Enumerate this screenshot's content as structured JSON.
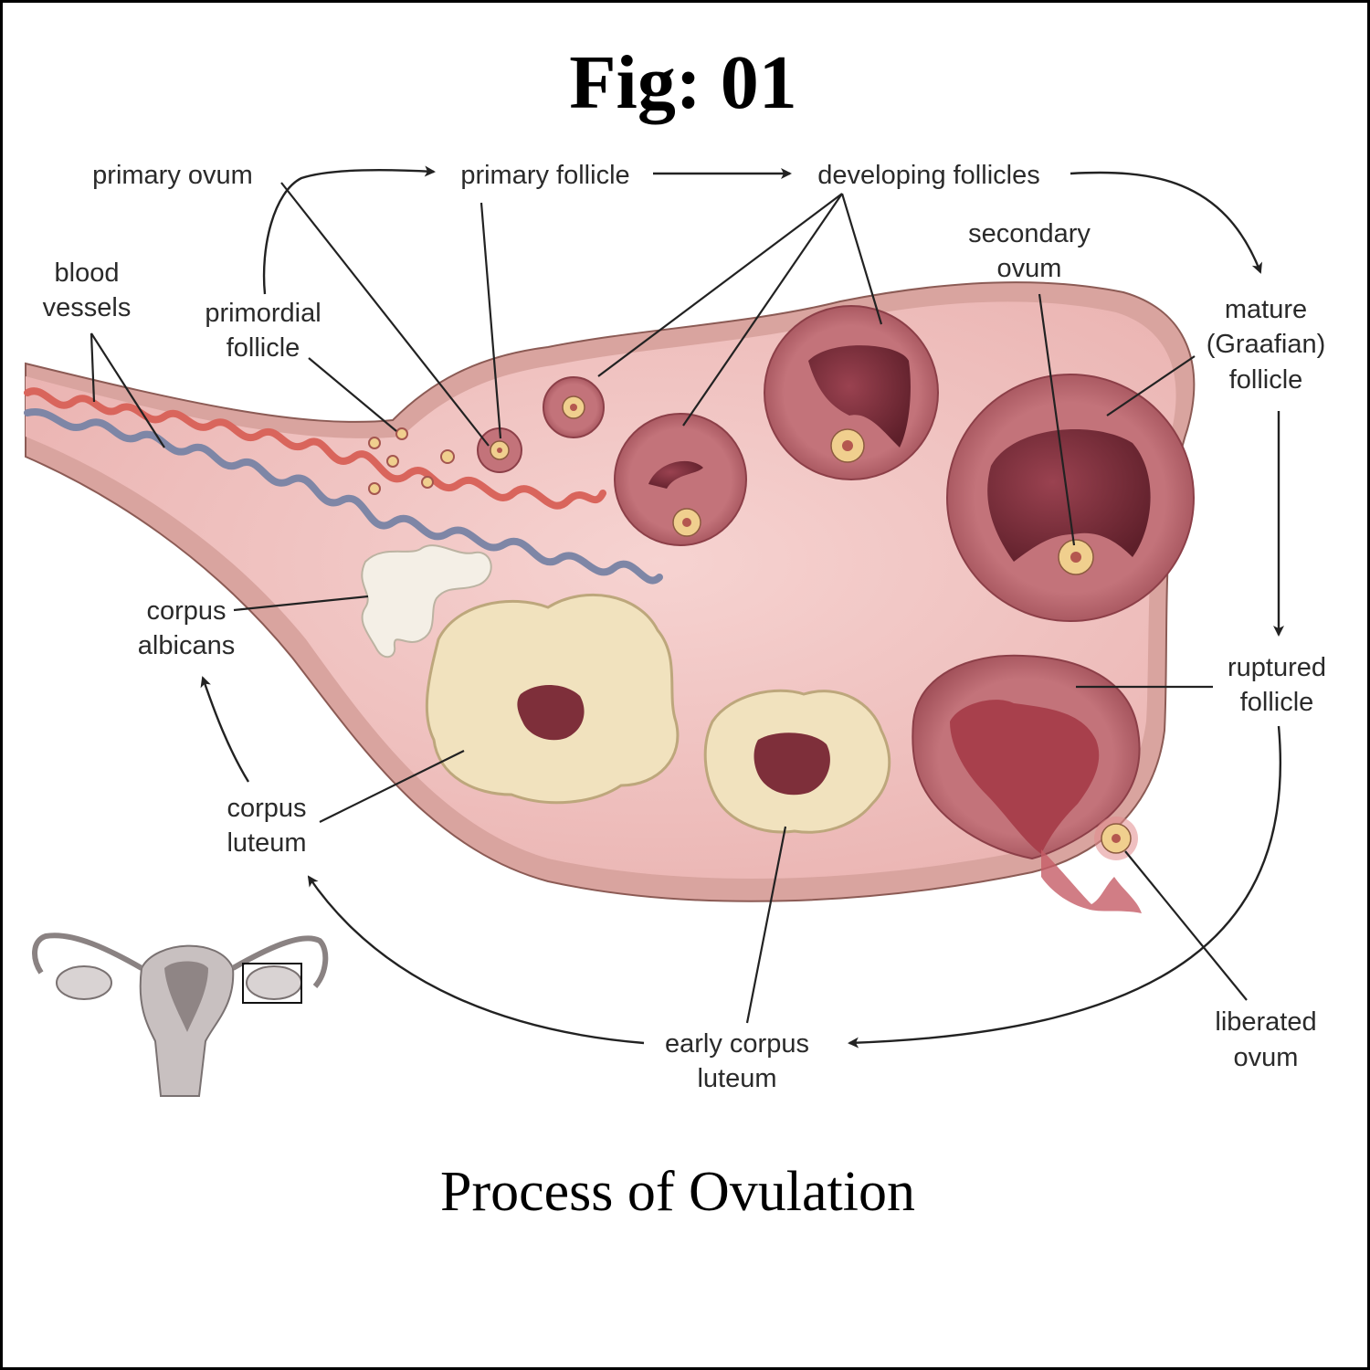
{
  "figure": {
    "title": "Fig: 01",
    "caption": "Process of Ovulation"
  },
  "labels": {
    "primary_ovum": "primary ovum",
    "primary_follicle": "primary follicle",
    "developing_follicles": "developing follicles",
    "blood_vessels": [
      "blood",
      "vessels"
    ],
    "primordial_follicle": [
      "primordial",
      "follicle"
    ],
    "secondary_ovum": [
      "secondary",
      "ovum"
    ],
    "mature_follicle": [
      "mature",
      "(Graafian)",
      "follicle"
    ],
    "corpus_albicans": [
      "corpus",
      "albicans"
    ],
    "ruptured_follicle": [
      "ruptured",
      "follicle"
    ],
    "corpus_luteum": [
      "corpus",
      "luteum"
    ],
    "liberated_ovum": [
      "liberated",
      "ovum"
    ],
    "early_corpus_luteum": [
      "early corpus",
      "luteum"
    ]
  },
  "colors": {
    "ovary_tissue": "#f3c6c4",
    "ovary_capsule": "#d9a49f",
    "follicle_wall": "#b6626a",
    "follicle_cavity": "#7e2f3a",
    "artery": "#d9655c",
    "vein": "#7e86a6",
    "luteum": "#f1e2be",
    "ovum": "#f0cf8e"
  }
}
